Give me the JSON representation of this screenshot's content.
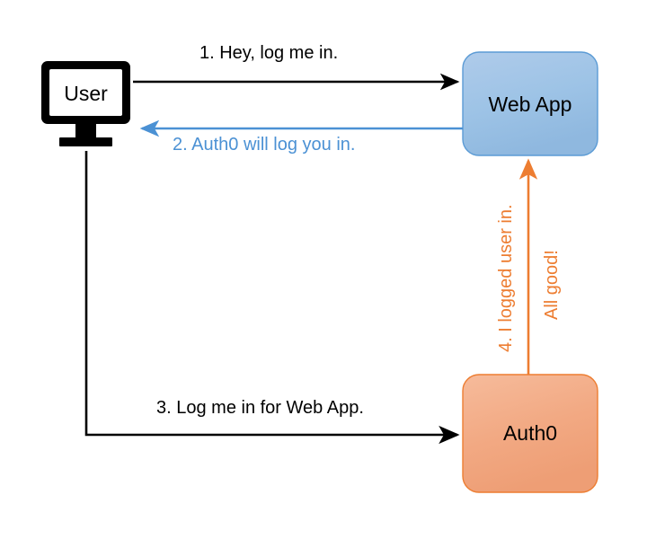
{
  "diagram": {
    "title": "Auth0 login flow sequence diagram",
    "background_color": "#FFFFFF",
    "nodes": [
      {
        "id": "user",
        "label": "User",
        "shape": "monitor-icon",
        "text_color": "#000000",
        "stroke_color": "#000000",
        "fill_color": "#FFFFFF"
      },
      {
        "id": "web-app",
        "label": "Web App",
        "shape": "rounded-rectangle",
        "fill_color": "#9DC3E6",
        "stroke_color": "#5B9BD5",
        "text_color": "#000000"
      },
      {
        "id": "auth0",
        "label": "Auth0",
        "shape": "rounded-rectangle",
        "fill_color": "#F4A582",
        "stroke_color": "#ED7D31",
        "text_color": "#000000"
      }
    ],
    "edges": [
      {
        "id": "edge-1",
        "label": "1. Hey, log me in.",
        "from": "user",
        "to": "web-app",
        "color": "#000000",
        "direction": "right"
      },
      {
        "id": "edge-2",
        "label": "2. Auth0 will log you in.",
        "from": "web-app",
        "to": "user",
        "color": "#4B91D4",
        "direction": "left"
      },
      {
        "id": "edge-3",
        "label": "3. Log me in for Web App.",
        "from": "user",
        "to": "auth0",
        "color": "#000000",
        "direction": "right"
      },
      {
        "id": "edge-4",
        "label": "4. I logged user in.",
        "label_secondary": "All good!",
        "from": "auth0",
        "to": "web-app",
        "color": "#ED7D31",
        "direction": "up"
      }
    ]
  }
}
